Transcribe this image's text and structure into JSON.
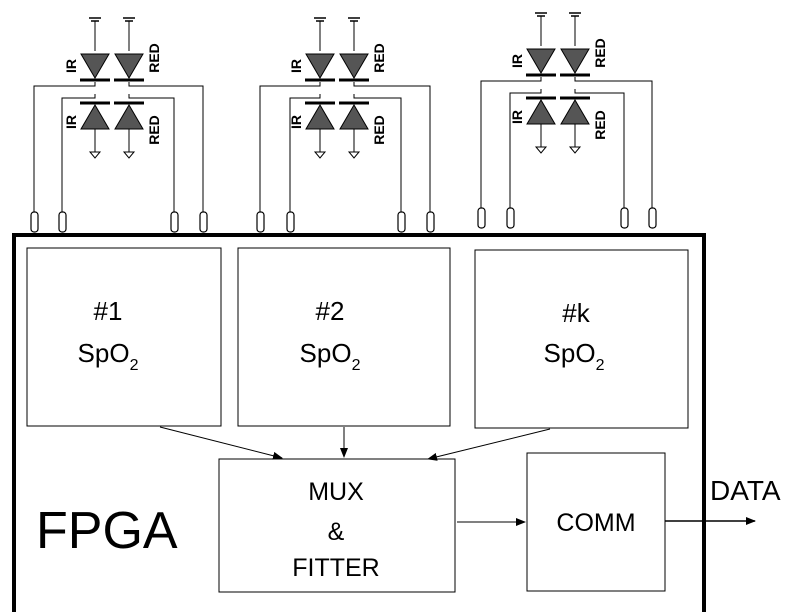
{
  "fpga_label": "FPGA",
  "channels": [
    {
      "num": "#1",
      "name": "SpO",
      "sub": "2"
    },
    {
      "num": "#2",
      "name": "SpO",
      "sub": "2"
    },
    {
      "num": "#k",
      "name": "SpO",
      "sub": "2"
    }
  ],
  "mux": {
    "line1": "MUX",
    "line2": "&",
    "line3": "FITTER"
  },
  "comm_label": "COMM",
  "output_label": "DATA",
  "sensor_labels": {
    "ir": "IR",
    "red": "RED"
  },
  "colors": {
    "line": "#000000",
    "diode": "#555555",
    "background": "#ffffff"
  }
}
